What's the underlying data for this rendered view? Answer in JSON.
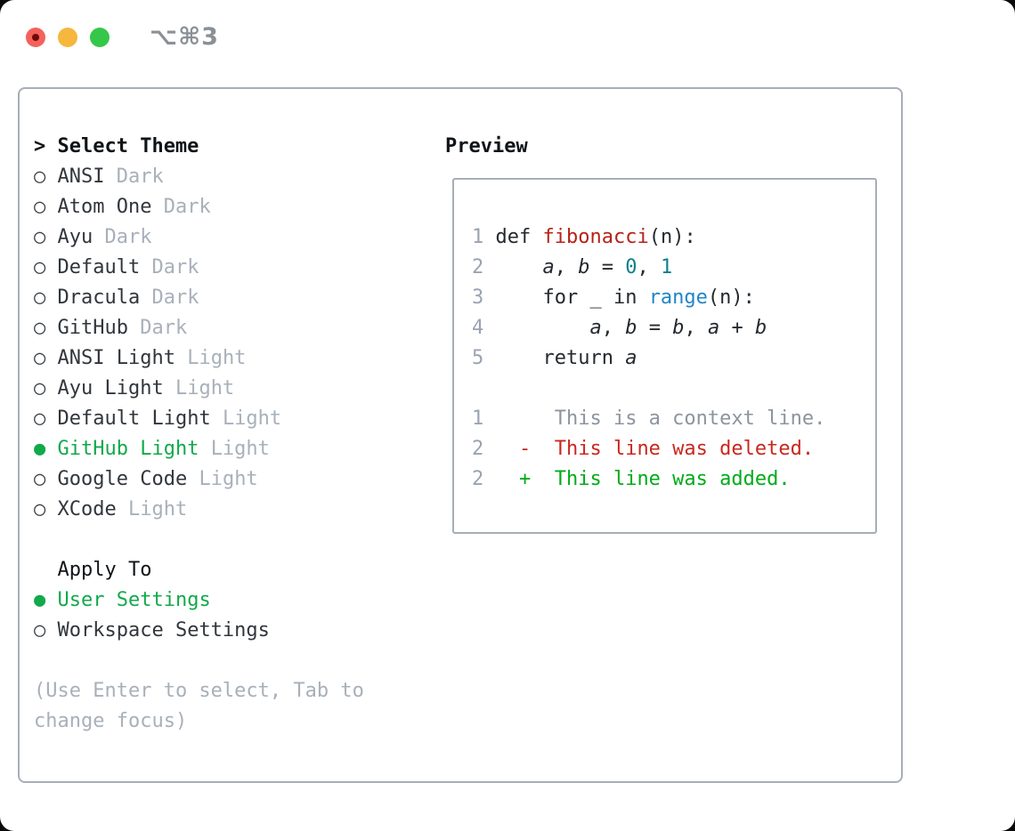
{
  "window": {
    "title": "⌥⌘3"
  },
  "markers": {
    "prompt": ">",
    "selected": "●",
    "unselected": "○"
  },
  "theme_list": {
    "header": "Select Theme",
    "items": [
      {
        "name": "ANSI",
        "tag": "Dark",
        "selected": false
      },
      {
        "name": "Atom One",
        "tag": "Dark",
        "selected": false
      },
      {
        "name": "Ayu",
        "tag": "Dark",
        "selected": false
      },
      {
        "name": "Default",
        "tag": "Dark",
        "selected": false
      },
      {
        "name": "Dracula",
        "tag": "Dark",
        "selected": false
      },
      {
        "name": "GitHub",
        "tag": "Dark",
        "selected": false
      },
      {
        "name": "ANSI Light",
        "tag": "Light",
        "selected": false
      },
      {
        "name": "Ayu Light",
        "tag": "Light",
        "selected": false
      },
      {
        "name": "Default Light",
        "tag": "Light",
        "selected": false
      },
      {
        "name": "GitHub Light",
        "tag": "Light",
        "selected": true
      },
      {
        "name": "Google Code",
        "tag": "Light",
        "selected": false
      },
      {
        "name": "XCode",
        "tag": "Light",
        "selected": false
      }
    ]
  },
  "apply_to": {
    "header": "Apply To",
    "options": [
      {
        "name": "User Settings",
        "selected": true
      },
      {
        "name": "Workspace Settings",
        "selected": false
      }
    ]
  },
  "help": "(Use Enter to select, Tab to change focus)",
  "preview": {
    "header": "Preview",
    "code_lines": [
      {
        "num": "1",
        "tokens": [
          {
            "t": "def ",
            "c": "code"
          },
          {
            "t": "fibonacci",
            "c": "func"
          },
          {
            "t": "(n):",
            "c": "code"
          }
        ]
      },
      {
        "num": "2",
        "tokens": [
          {
            "t": "    ",
            "c": "code"
          },
          {
            "t": "a",
            "c": "var"
          },
          {
            "t": ", ",
            "c": "code"
          },
          {
            "t": "b",
            "c": "var"
          },
          {
            "t": " = ",
            "c": "code"
          },
          {
            "t": "0",
            "c": "num"
          },
          {
            "t": ", ",
            "c": "code"
          },
          {
            "t": "1",
            "c": "num"
          }
        ]
      },
      {
        "num": "3",
        "tokens": [
          {
            "t": "    for _ in ",
            "c": "code"
          },
          {
            "t": "range",
            "c": "builtin"
          },
          {
            "t": "(n):",
            "c": "code"
          }
        ]
      },
      {
        "num": "4",
        "tokens": [
          {
            "t": "        ",
            "c": "code"
          },
          {
            "t": "a",
            "c": "var"
          },
          {
            "t": ", ",
            "c": "code"
          },
          {
            "t": "b",
            "c": "var"
          },
          {
            "t": " = ",
            "c": "code"
          },
          {
            "t": "b",
            "c": "var"
          },
          {
            "t": ", ",
            "c": "code"
          },
          {
            "t": "a",
            "c": "var"
          },
          {
            "t": " + ",
            "c": "code"
          },
          {
            "t": "b",
            "c": "var"
          }
        ]
      },
      {
        "num": "5",
        "tokens": [
          {
            "t": "    return ",
            "c": "code"
          },
          {
            "t": "a",
            "c": "var"
          }
        ]
      }
    ],
    "diff_lines": [
      {
        "num": "1",
        "kind": "context",
        "text": "     This is a context line."
      },
      {
        "num": "2",
        "kind": "deleted",
        "text": "  -  This line was deleted."
      },
      {
        "num": "2",
        "kind": "added",
        "text": "  +  This line was added."
      }
    ]
  },
  "colors": {
    "accent_green": "#12a94b",
    "item_text": "#31363c",
    "muted_gray": "#a8b0ba",
    "header_black": "#101418",
    "panel_border": "#a7aeb8",
    "line_number_gray": "#9aa3b2",
    "code_default": "#24292e",
    "code_function_red": "#b42318",
    "code_number_teal": "#0e7e8a",
    "code_builtin_blue": "#1e86c8",
    "diff_context_gray": "#8d949e",
    "diff_deleted_red": "#c9271e",
    "diff_added_green": "#00ab19",
    "traffic_red": "#f4615b",
    "traffic_yellow": "#f6b73d",
    "traffic_green": "#35c749",
    "title_gray": "#8a9096"
  }
}
